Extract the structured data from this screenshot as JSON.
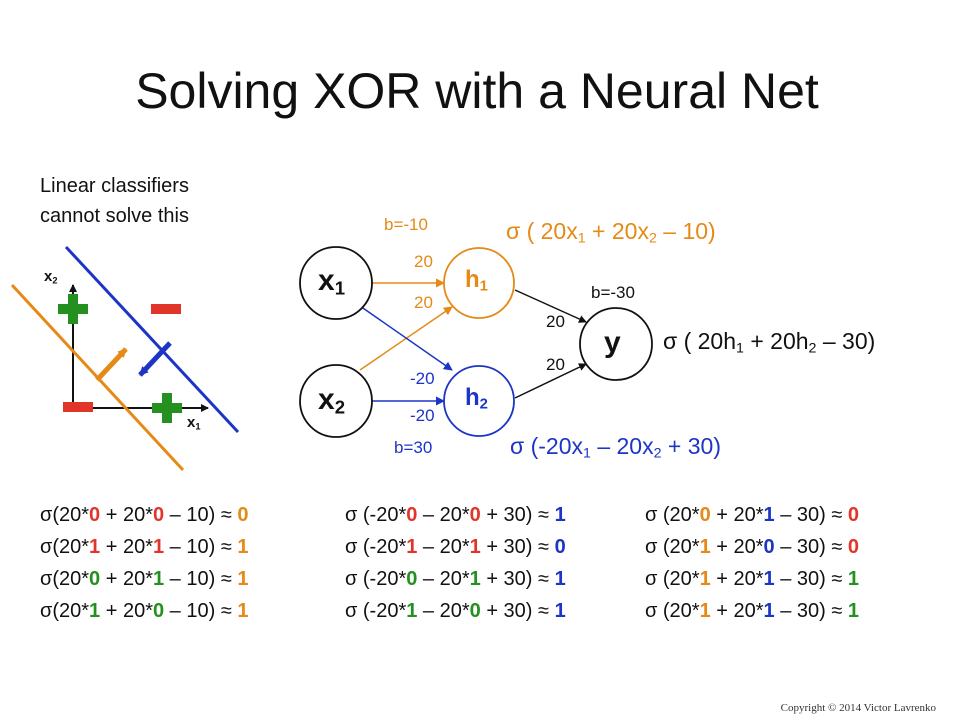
{
  "title": "Solving XOR with a Neural Net",
  "note": {
    "line1": "Linear classifiers",
    "line2": "cannot solve this"
  },
  "plot": {
    "x_axis": "x",
    "x_sub": "1",
    "y_axis": "x",
    "y_sub": "2"
  },
  "network": {
    "nodes": {
      "x1": {
        "main": "x",
        "sub": "1"
      },
      "x2": {
        "main": "x",
        "sub": "2"
      },
      "h1": {
        "main": "h",
        "sub": "1"
      },
      "h2": {
        "main": "h",
        "sub": "2"
      },
      "y": {
        "main": "y"
      }
    },
    "h1_bias": "b=-10",
    "h2_bias": "b=30",
    "y_bias": "b=-30",
    "w_x1_h1": "20",
    "w_x2_h1": "20",
    "w_x1_h2": "-20",
    "w_x2_h2": "-20",
    "w_h1_y": "20",
    "w_h2_y": "20"
  },
  "formulas": {
    "h1": {
      "a": "σ ( 20x",
      "s1": "1",
      "b": " + 20x",
      "s2": "2",
      "c": " – 10)"
    },
    "h2": {
      "a": "σ (-20x",
      "s1": "1",
      "b": " – 20x",
      "s2": "2",
      "c": " + 30)"
    },
    "y": {
      "a": "σ ( 20h",
      "s1": "1",
      "b": " + 20h",
      "s2": "2",
      "c": " – 30)"
    }
  },
  "equations": {
    "col1": [
      {
        "pre": "σ(20*",
        "a": "0",
        "mid": " + 20*",
        "b": "0",
        "post": " – 10) ≈ ",
        "r": "0"
      },
      {
        "pre": "σ(20*",
        "a": "1",
        "mid": " + 20*",
        "b": "1",
        "post": " – 10) ≈ ",
        "r": "1"
      },
      {
        "pre": "σ(20*",
        "a": "0",
        "mid": " + 20*",
        "b": "1",
        "post": " – 10) ≈ ",
        "r": "1"
      },
      {
        "pre": "σ(20*",
        "a": "1",
        "mid": " + 20*",
        "b": "0",
        "post": " – 10) ≈ ",
        "r": "1"
      }
    ],
    "col2": [
      {
        "pre": "σ (-20*",
        "a": "0",
        "mid": " – 20*",
        "b": "0",
        "post": " + 30) ≈ ",
        "r": "1"
      },
      {
        "pre": "σ (-20*",
        "a": "1",
        "mid": " – 20*",
        "b": "1",
        "post": " + 30) ≈ ",
        "r": "0"
      },
      {
        "pre": "σ (-20*",
        "a": "0",
        "mid": " – 20*",
        "b": "1",
        "post": " + 30) ≈ ",
        "r": "1"
      },
      {
        "pre": "σ (-20*",
        "a": "1",
        "mid": " – 20*",
        "b": "0",
        "post": " + 30) ≈ ",
        "r": "1"
      }
    ],
    "col3": [
      {
        "pre": "σ (20*",
        "a": "0",
        "mid": " + 20*",
        "b": "1",
        "post": " – 30) ≈ ",
        "r": "0"
      },
      {
        "pre": "σ (20*",
        "a": "1",
        "mid": " + 20*",
        "b": "0",
        "post": " – 30) ≈ ",
        "r": "0"
      },
      {
        "pre": "σ (20*",
        "a": "1",
        "mid": " + 20*",
        "b": "1",
        "post": " – 30) ≈ ",
        "r": "1"
      },
      {
        "pre": "σ (20*",
        "a": "1",
        "mid": " + 20*",
        "b": "1",
        "post": " – 30) ≈ ",
        "r": "1"
      }
    ]
  },
  "copyright": "Copyright © 2014 Victor Lavrenko",
  "colors": {
    "orange": "#e58a16",
    "blue": "#1c35c6",
    "red": "#e2352a",
    "green": "#24901f"
  }
}
